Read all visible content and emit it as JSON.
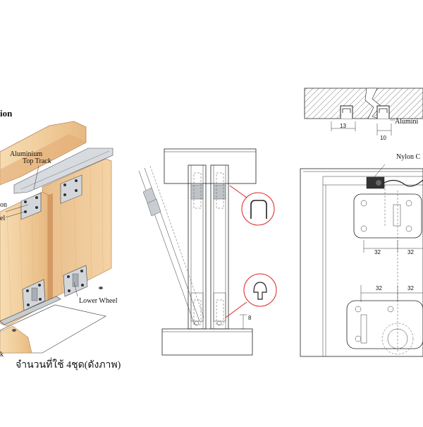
{
  "title_fragment": "ion",
  "labels": {
    "aluminium_top_track_line1": "Aluminium",
    "aluminium_top_track_line2": "Top Track",
    "left_partial_1": "on",
    "left_partial_2": "el",
    "lower_wheel": "Lower Wheel",
    "bottom_left_partial": "k",
    "nylon_cap": "Nylon C",
    "aluminium_right": "Alumini"
  },
  "thai_caption": "จำนวนที่ใช้ 4ชุด(ดังภาพ)",
  "dimensions": {
    "d13": "13",
    "d10": "10",
    "d32a": "32",
    "d32b": "32",
    "d32c": "32",
    "d32d": "32",
    "d8": "8"
  },
  "colors": {
    "wood_light": "#f3d2a4",
    "wood_mid": "#e8b884",
    "wood_dark": "#d9a06a",
    "metal": "#c9cdd2",
    "red_callout": "#dd2222",
    "line": "#222222"
  }
}
